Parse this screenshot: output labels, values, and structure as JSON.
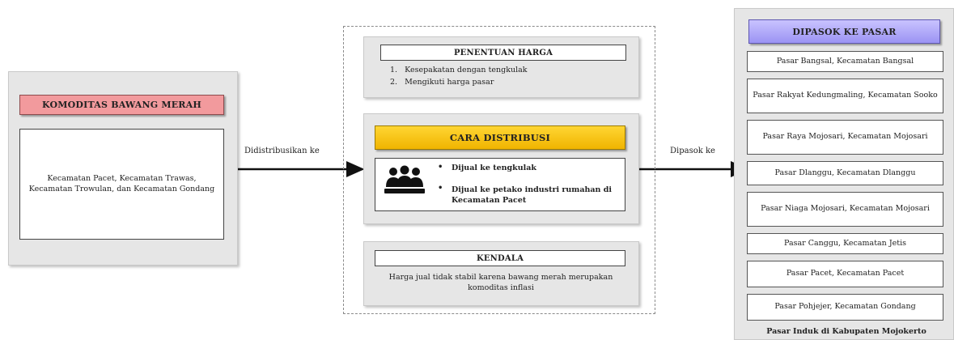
{
  "left": {
    "header": "KOMODITAS BAWANG MERAH",
    "body": "Kecamatan Pacet, Kecamatan Trawas, Kecamatan Trowulan, dan Kecamatan Gondang"
  },
  "arrow1_label": "Didistribusikan ke",
  "arrow2_label": "Dipasok ke",
  "center": {
    "pricing": {
      "header": "PENENTUAN HARGA",
      "items": [
        "1.   Kesepakatan dengan tengkulak",
        "2.   Mengikuti harga pasar"
      ]
    },
    "distribution": {
      "header": "CARA DISTRIBUSI",
      "items": [
        "Dijual ke tengkulak",
        "Dijual ke petako industri rumahan di Kecamatan Pacet"
      ],
      "icon": "people-group-icon"
    },
    "constraint": {
      "header": "KENDALA",
      "body": "Harga jual tidak stabil karena bawang merah merupakan komoditas inflasi"
    }
  },
  "right": {
    "header": "DIPASOK KE PASAR",
    "markets": [
      "Pasar Bangsal, Kecamatan Bangsal",
      "Pasar Rakyat Kedungmaling, Kecamatan Sooko",
      "Pasar Raya Mojosari, Kecamatan Mojosari",
      "Pasar Dlanggu, Kecamatan Dlanggu",
      "Pasar Niaga Mojosari, Kecamatan Mojosari",
      "Pasar Canggu, Kecamatan Jetis",
      "Pasar Pacet, Kecamatan Pacet",
      "Pasar Pohjejer, Kecamatan Gondang"
    ],
    "footer": "Pasar Induk di Kabupaten Mojokerto"
  },
  "colors": {
    "left_header": "#f29a9d",
    "distribution_header": "#ffc61a",
    "right_header": "#a8a0f7"
  }
}
